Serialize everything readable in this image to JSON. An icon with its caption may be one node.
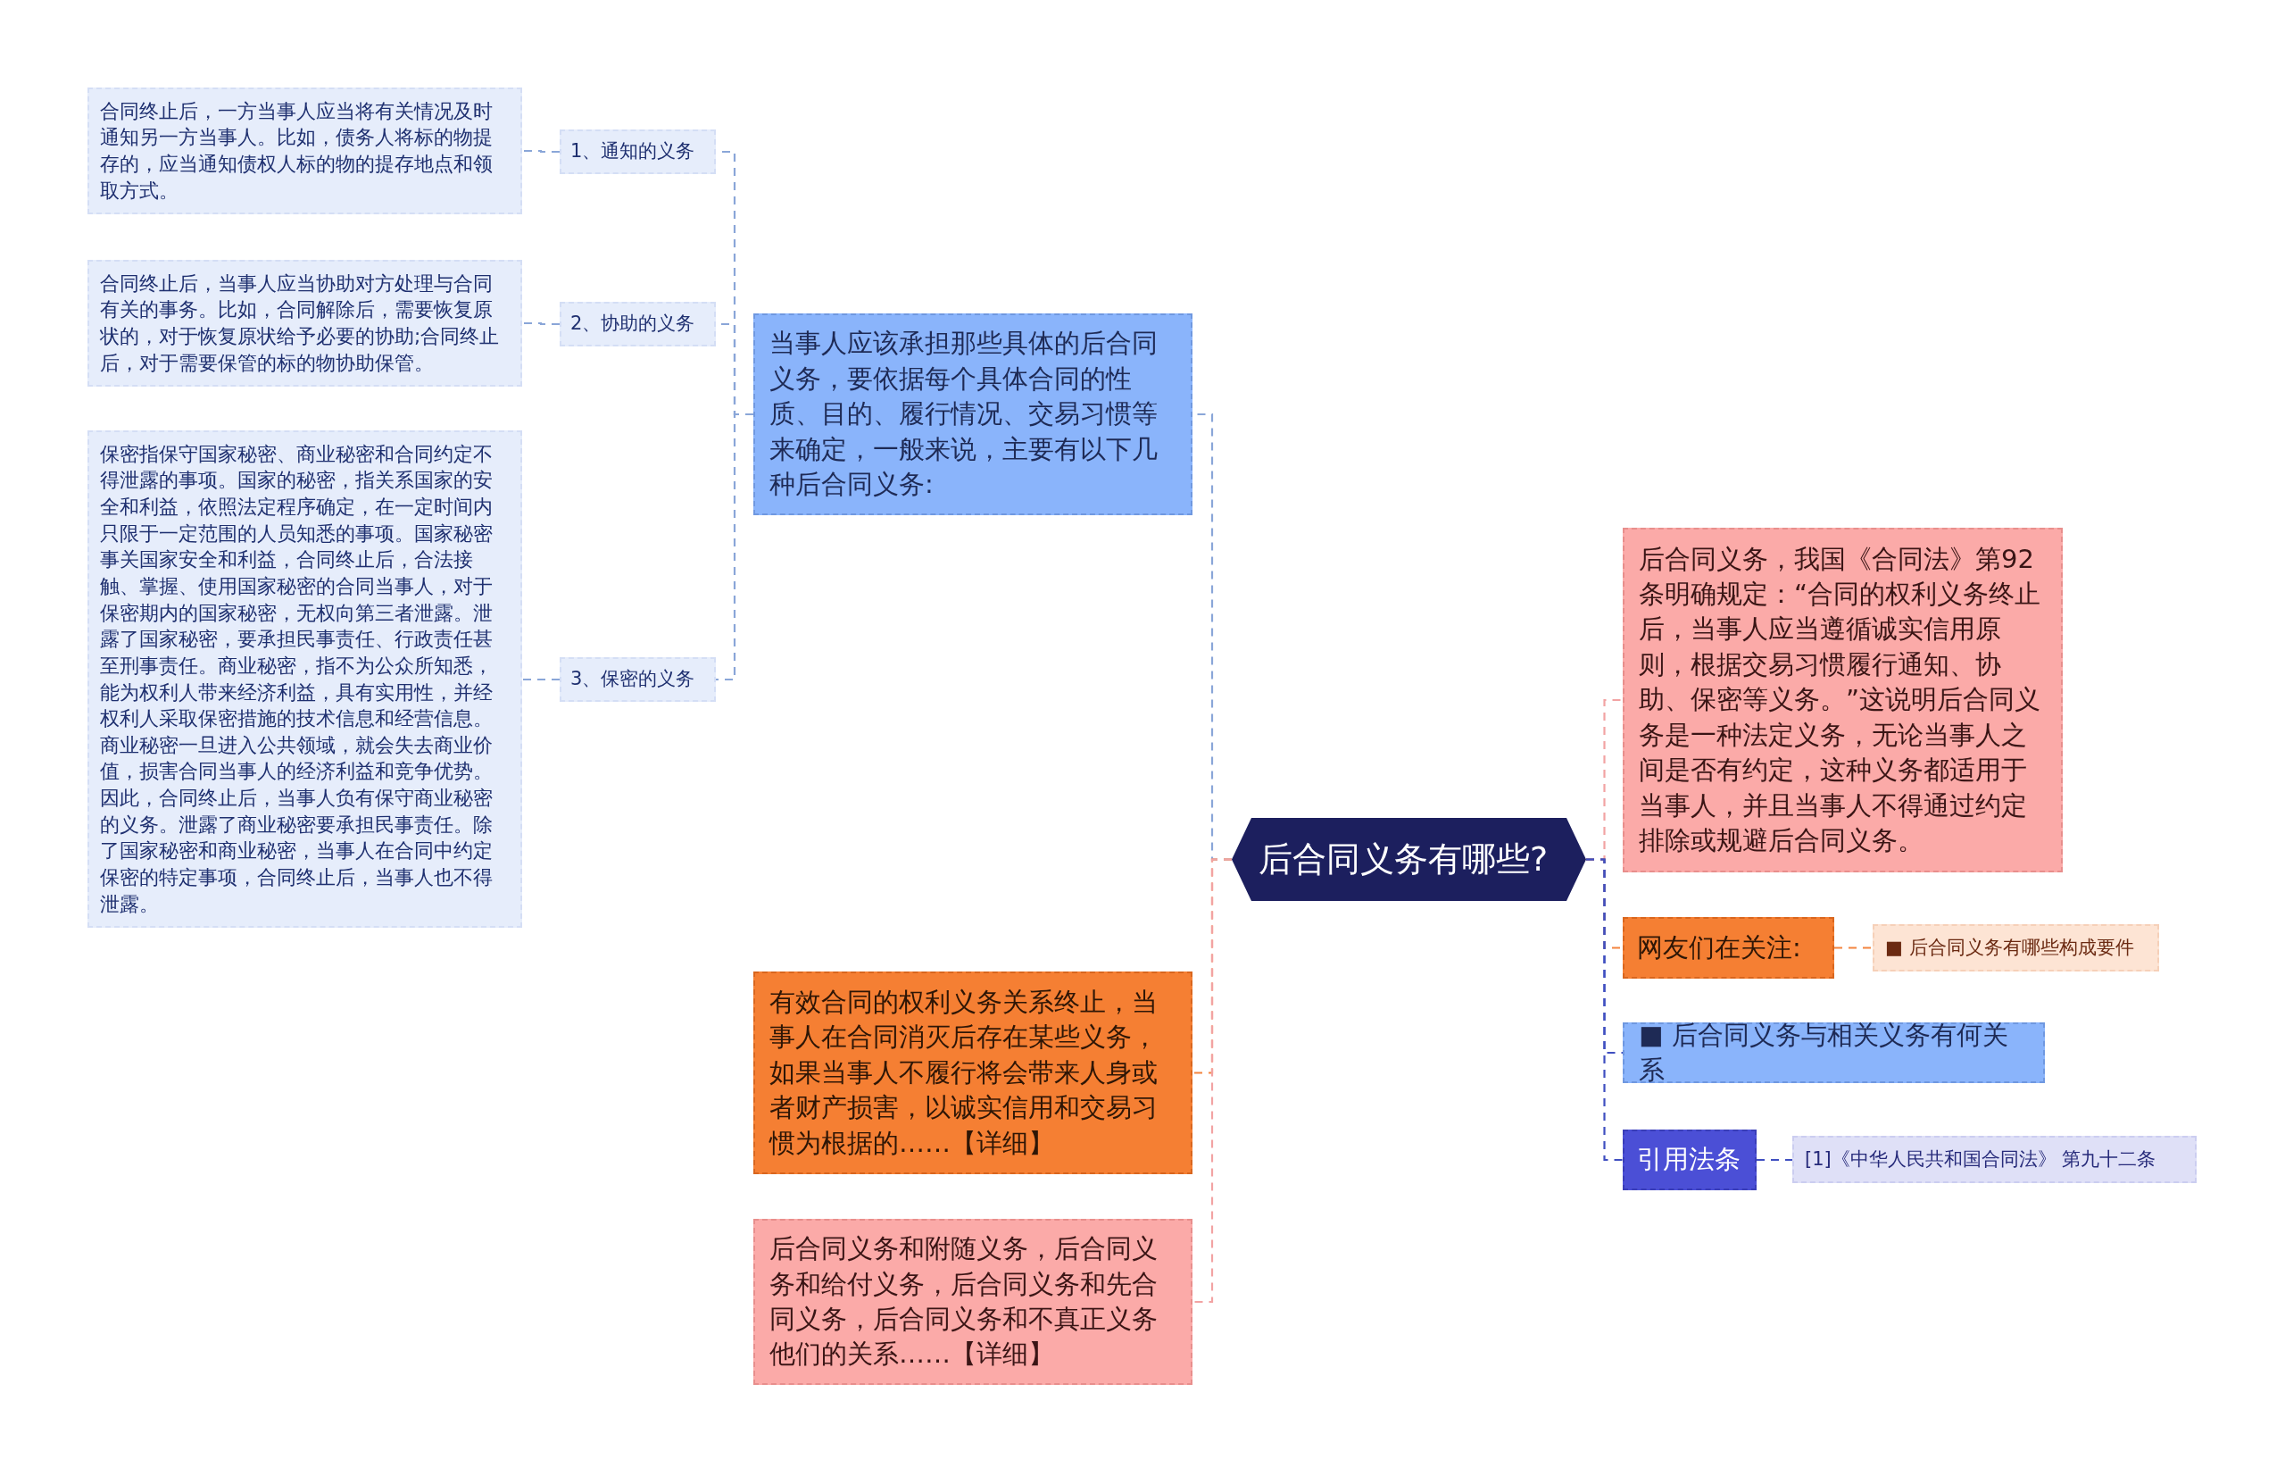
{
  "diagram": {
    "nodes": [
      {
        "text": [
          "后合同义务有哪些?"
        ]
      },
      {
        "text": [
          "当事人应该承担那些具体的后合同义务，要依据每个具体合同的性质、目的、履行情况、交易习惯等来确定，一般来说，主要有以下几种后合同义务:"
        ]
      },
      {
        "text": [
          "1、通知的义务"
        ]
      },
      {
        "text": [
          "合同终止后，一方当事人应当将有关情况及时通知另一方当事人。比如，债务人将标的物提存的，应当通知债权人标的物的提存地点和领取方式。"
        ]
      },
      {
        "text": [
          "2、协助的义务"
        ]
      },
      {
        "text": [
          "合同终止后，当事人应当协助对方处理与合同有关的事务。比如，合同解除后，需要恢复原状的，对于恢复原状给予必要的协助;合同终止后，对于需要保管的标的物协助保管。"
        ]
      },
      {
        "text": [
          "3、保密的义务"
        ]
      },
      {
        "text": [
          "保密指保守国家秘密、商业秘密和合同约定不得泄露的事项。国家的秘密，指关系国家的安全和利益，依照法定程序确定，在一定时间内只限于一定范围的人员知悉的事项。国家秘密事关国家安全和利益，合同终止后，合法接触、掌握、使用国家秘密的合同当事人，对于保密期内的国家秘密，无权向第三者泄露。泄露了国家秘密，要承担民事责任、行政责任甚至刑事责任。商业秘密，指不为公众所知悉，能为权利人带来经济利益，具有实用性，并经权利人采取保密措施的技术信息和经营信息。商业秘密一旦进入公共领域，就会失去商业价值，损害合同当事人的经济利益和竞争优势。因此，合同终止后，当事人负有保守商业秘密的义务。泄露了商业秘密要承担民事责任。除了国家秘密和商业秘密，当事人在合同中约定保密的特定事项，合同终止后，当事人也不得泄露。"
        ]
      },
      {
        "text": [
          "有效合同的权利义务关系终止，当事人在合同消灭后存在某些义务，如果当事人不履行将会带来人身或者财产损害，以诚实信用和交易习惯为根据的……【详细】"
        ]
      },
      {
        "text": [
          "后合同义务和附随义务，后合同义务和给付义务，后合同义务和先合同义务，后合同义务和不真正义务他们的关系……【详细】"
        ]
      },
      {
        "text": [
          "后合同义务，我国《合同法》第92条明确规定：“合同的权利义务终止后，当事人应当遵循诚实信用原则，根据交易习惯履行通知、协助、保密等义务。”这说明后合同义务是一种法定义务，无论当事人之间是否有约定，这种义务都适用于当事人，并且当事人不得通过约定排除或规避后合同义务。"
        ]
      },
      {
        "text": [
          "网友们在关注:"
        ]
      },
      {
        "text": [
          "■ 后合同义务有哪些构成要件"
        ]
      },
      {
        "text": [
          "■ 后合同义务与相关义务有何关系"
        ]
      },
      {
        "text": [
          "引用法条"
        ]
      },
      {
        "text": [
          "[1]《中华人民共和国合同法》 第九十二条"
        ]
      }
    ],
    "edges": [
      {
        "from": 0,
        "to": 1,
        "arrow": "none",
        "style": "dashed"
      },
      {
        "from": 1,
        "to": 2,
        "arrow": "none",
        "style": "dashed"
      },
      {
        "from": 2,
        "to": 3,
        "arrow": "none",
        "style": "dashed"
      },
      {
        "from": 1,
        "to": 4,
        "arrow": "none",
        "style": "dashed"
      },
      {
        "from": 4,
        "to": 5,
        "arrow": "none",
        "style": "dashed"
      },
      {
        "from": 1,
        "to": 6,
        "arrow": "none",
        "style": "dashed"
      },
      {
        "from": 6,
        "to": 7,
        "arrow": "none",
        "style": "dashed"
      },
      {
        "from": 0,
        "to": 8,
        "arrow": "none",
        "style": "dashed",
        "color": "#f4843e"
      },
      {
        "from": 0,
        "to": 9,
        "arrow": "none",
        "style": "dashed",
        "color": "#f2a3a3"
      },
      {
        "from": 0,
        "to": 10,
        "arrow": "none",
        "style": "dashed",
        "color": "#f2a3a3"
      },
      {
        "from": 0,
        "to": 11,
        "arrow": "none",
        "style": "dashed",
        "color": "#f4843e"
      },
      {
        "from": 11,
        "to": 12,
        "arrow": "none",
        "style": "dashed",
        "color": "#f4843e"
      },
      {
        "from": 0,
        "to": 13,
        "arrow": "none",
        "style": "dashed",
        "color": "#3f4fc0"
      },
      {
        "from": 0,
        "to": 14,
        "arrow": "none",
        "style": "dashed",
        "color": "#3f4fc0"
      },
      {
        "from": 14,
        "to": 15,
        "arrow": "none",
        "style": "dashed",
        "color": "#3f4fc0"
      }
    ]
  }
}
